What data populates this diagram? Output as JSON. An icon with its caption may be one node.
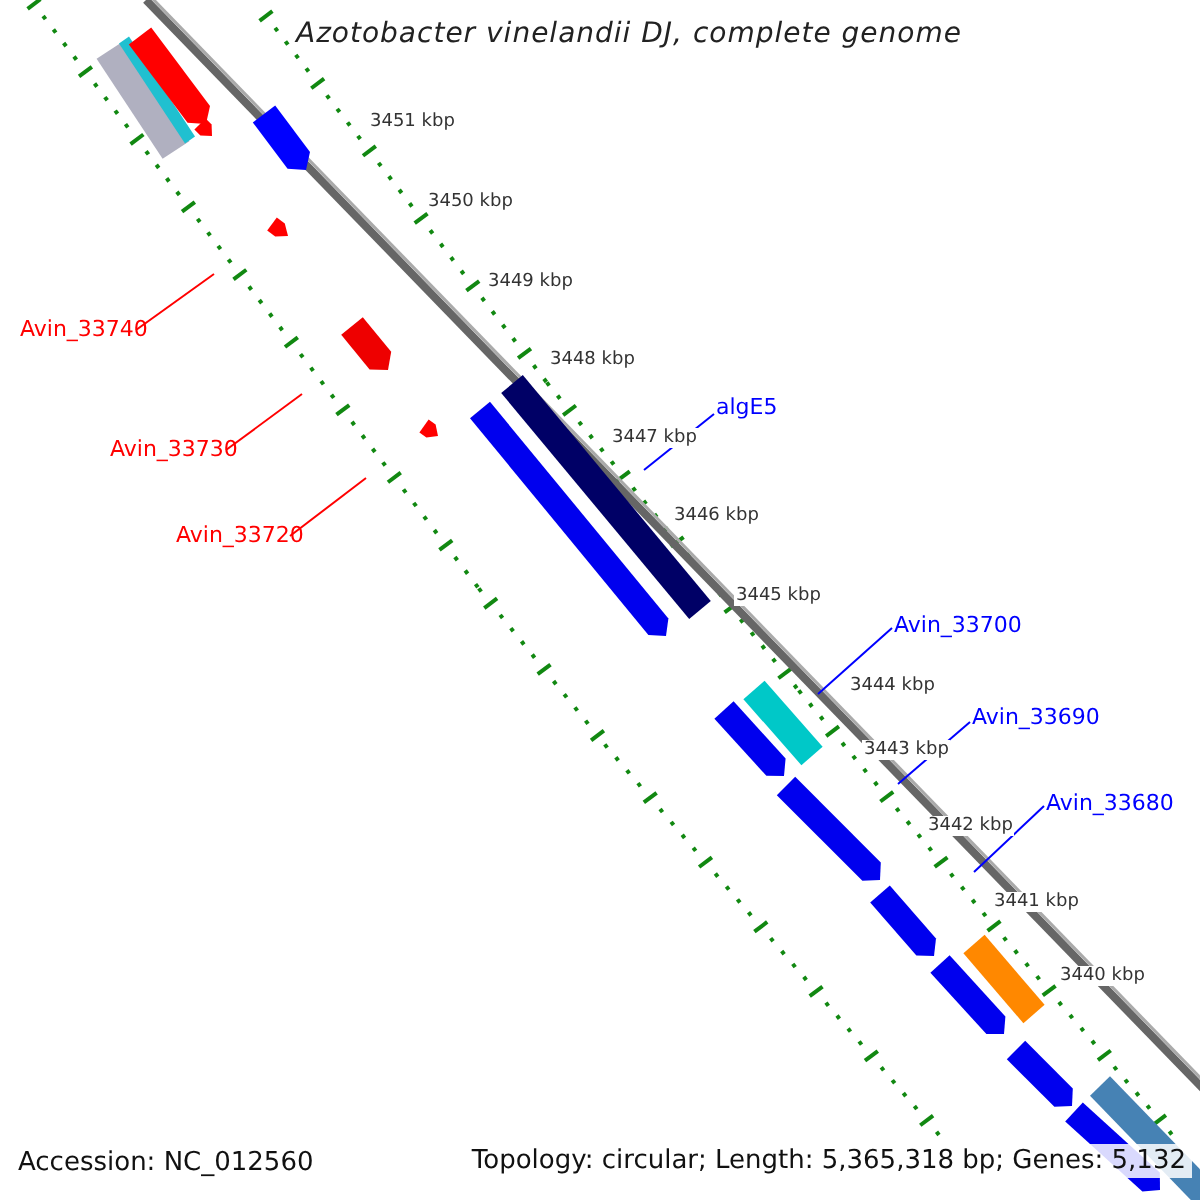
{
  "diagram": {
    "title": "Azotobacter vinelandii DJ, complete genome",
    "nodes": [
      {
        "text": [
          "Avin_33740"
        ]
      },
      {
        "text": [
          "Avin_33730"
        ]
      },
      {
        "text": [
          "Avin_33720"
        ]
      },
      {
        "text": [
          "algE5"
        ]
      },
      {
        "text": [
          "Avin_33700"
        ]
      },
      {
        "text": [
          "Avin_33690"
        ]
      },
      {
        "text": [
          "Avin_33680"
        ]
      }
    ],
    "edges": [
      {
        "from": 0,
        "to": null,
        "arrow": "none",
        "color": "#ff0000"
      },
      {
        "from": 1,
        "to": null,
        "arrow": "none",
        "color": "#ff0000"
      },
      {
        "from": 2,
        "to": null,
        "arrow": "none",
        "color": "#ff0000"
      },
      {
        "from": 3,
        "to": null,
        "arrow": "none",
        "color": "#0000ff"
      },
      {
        "from": 4,
        "to": null,
        "arrow": "none",
        "color": "#0000ff"
      },
      {
        "from": 5,
        "to": null,
        "arrow": "none",
        "color": "#0000ff"
      },
      {
        "from": 6,
        "to": null,
        "arrow": "none",
        "color": "#0000ff"
      }
    ],
    "labels": [
      "3451 kbp",
      "3450 kbp",
      "3449 kbp",
      "3448 kbp",
      "3447 kbp",
      "3446 kbp",
      "3445 kbp",
      "3444 kbp",
      "3443 kbp",
      "3442 kbp",
      "3441 kbp",
      "3440 kbp",
      "Accession: NC_012560",
      "Topology: circular; Length: 5,365,318 bp; Genes: 5,132"
    ]
  }
}
